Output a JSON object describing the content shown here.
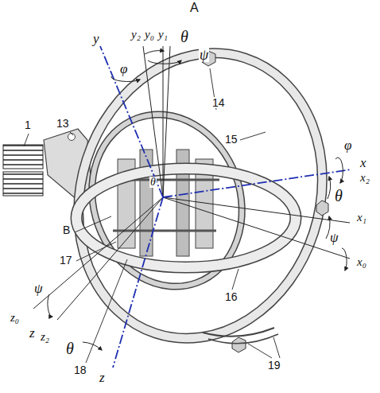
{
  "diagram": {
    "labels": [
      "A",
      "y₂",
      "y₀",
      "y₁",
      "θ",
      "ψ",
      "y",
      "φ",
      "1",
      "13",
      "14",
      "15",
      "B",
      "θ",
      "φ",
      "x",
      "x₂",
      "θ",
      "ψ",
      "x₁",
      "x₀",
      "17",
      "16",
      "z₀",
      "ψ",
      "z",
      "z₂",
      "θ",
      "18",
      "z",
      "19"
    ]
  }
}
